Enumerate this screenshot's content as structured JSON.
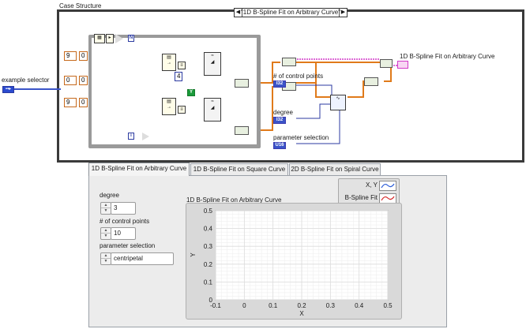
{
  "diagram": {
    "case_label": "Case Structure",
    "case_selector": "\"1D B-Spline Fit on Arbitrary Curve\"",
    "left_labels": {
      "example_selector": "example selector"
    },
    "constants": {
      "a": "9",
      "b": "0",
      "c": "0",
      "d": "0",
      "e": "9",
      "f": "0",
      "g": "4"
    },
    "right_labels": {
      "ctrl_points": "# of control points",
      "degree": "degree",
      "param_sel": "parameter selection",
      "output": "1D B-Spline Fit on Arbitrary Curve"
    },
    "terminal_tags": {
      "ctrl_points": "I32",
      "degree": "I32",
      "param": "U16",
      "n": "N",
      "i": "i",
      "y": "Y"
    }
  },
  "tabs": [
    {
      "label": "1D B-Spline Fit on Arbitrary Curve",
      "active": true
    },
    {
      "label": "1D B-Spline Fit on Square Curve",
      "active": false
    },
    {
      "label": "2D B-Spline Fit on Spiral Curve",
      "active": false
    }
  ],
  "panel": {
    "degree_label": "degree",
    "degree_value": "3",
    "ctrl_label": "# of control points",
    "ctrl_value": "10",
    "param_label": "parameter selection",
    "param_value": "centripetal"
  },
  "graph": {
    "title": "1D B-Spline Fit on Arbitrary Curve",
    "legend": [
      {
        "name": "X, Y",
        "color": "#2a5bd7"
      },
      {
        "name": "B-Spline Fit",
        "color": "#d62828"
      }
    ]
  },
  "chart_data": {
    "type": "line",
    "title": "1D B-Spline Fit on Arbitrary Curve",
    "xlabel": "X",
    "ylabel": "Y",
    "xlim": [
      -0.1,
      0.5
    ],
    "ylim": [
      0,
      0.5
    ],
    "xticks": [
      "-0.1",
      "0",
      "0.1",
      "0.2",
      "0.3",
      "0.4",
      "0.5"
    ],
    "yticks": [
      "0",
      "0.1",
      "0.2",
      "0.3",
      "0.4",
      "0.5"
    ],
    "grid": true,
    "series": [
      {
        "name": "X, Y",
        "color": "#2a5bd7",
        "x": [],
        "y": []
      },
      {
        "name": "B-Spline Fit",
        "color": "#d62828",
        "x": [],
        "y": []
      }
    ]
  }
}
